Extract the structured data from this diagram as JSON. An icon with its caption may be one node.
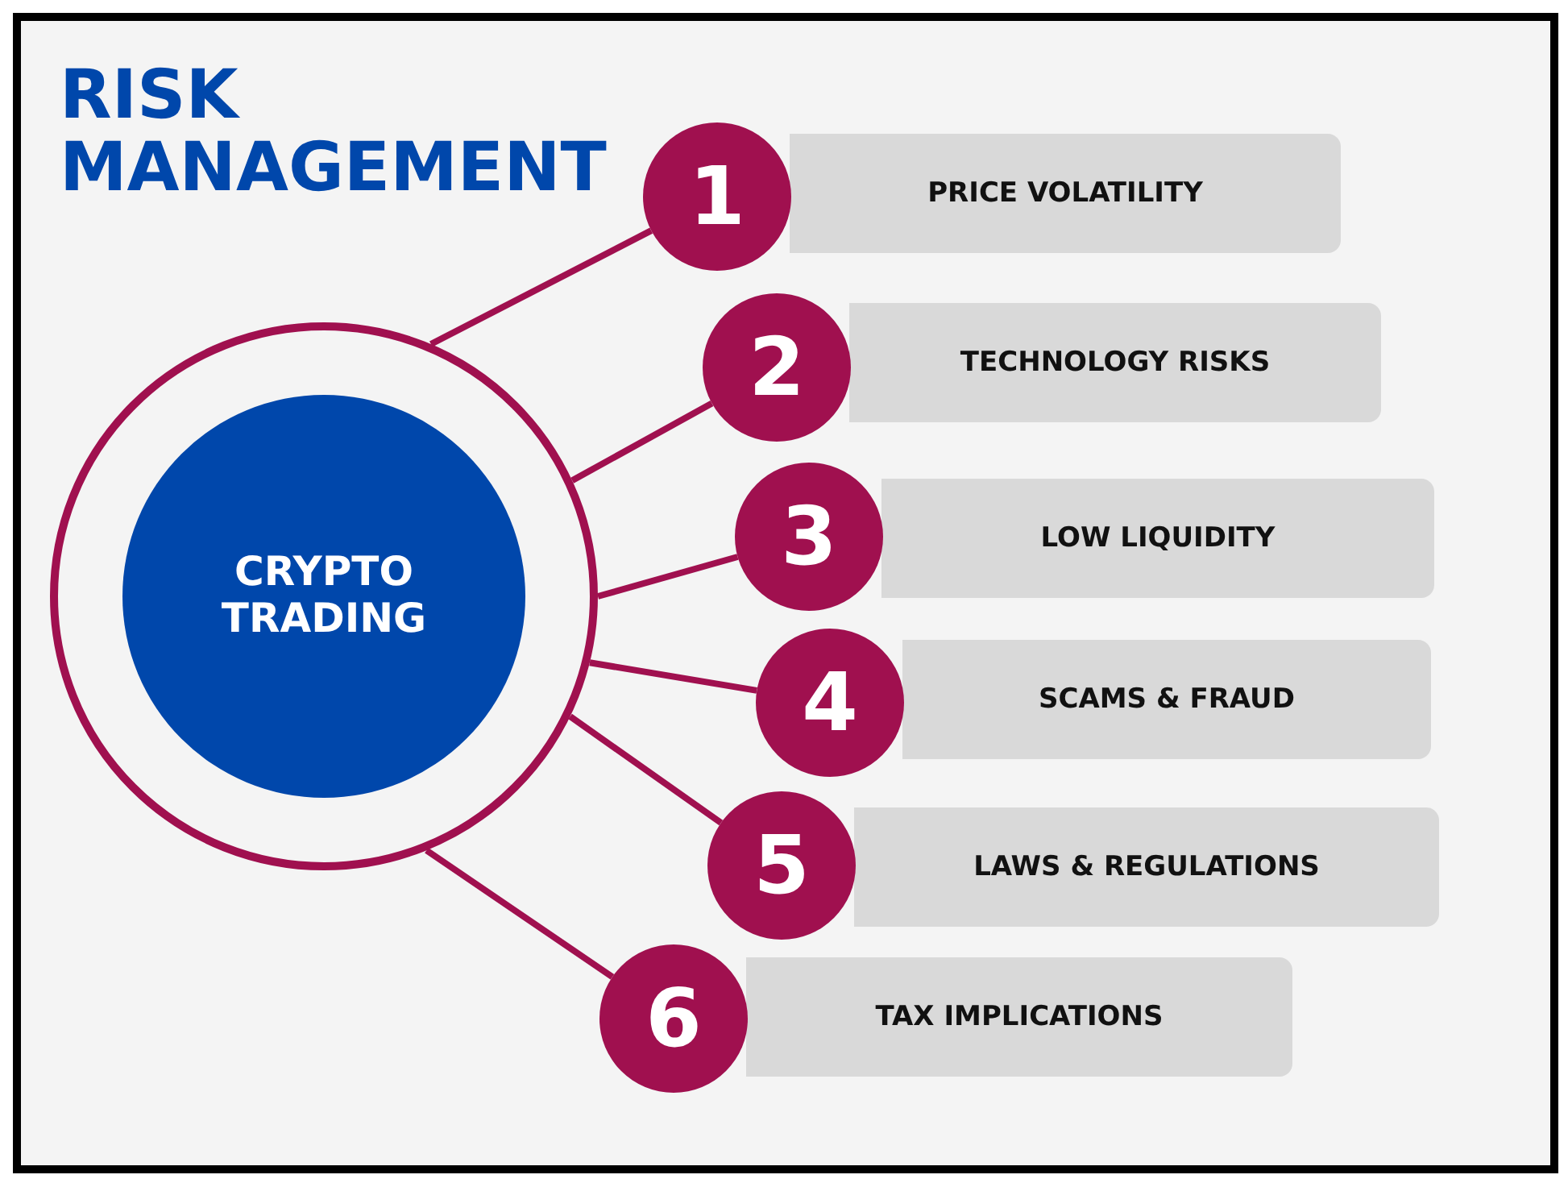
{
  "diagram": {
    "title": "RISK MANAGEMENT",
    "nodes": [
      {
        "text": [],
        "shape": "circle"
      },
      {
        "text": [
          "CRYPTO TRADING"
        ],
        "in": 0
      },
      {
        "text": [
          "1"
        ]
      },
      {
        "text": [
          "PRICE VOLATILITY"
        ]
      },
      {
        "text": [
          "2"
        ]
      },
      {
        "text": [
          "TECHNOLOGY RISKS"
        ]
      },
      {
        "text": [
          "3"
        ]
      },
      {
        "text": [
          "LOW LIQUIDITY"
        ]
      },
      {
        "text": [
          "4"
        ]
      },
      {
        "text": [
          "SCAMS & FRAUD"
        ]
      },
      {
        "text": [
          "5"
        ]
      },
      {
        "text": [
          "LAWS & REGULATIONS"
        ]
      },
      {
        "text": [
          "6"
        ]
      },
      {
        "text": [
          "TAX IMPLICATIONS"
        ]
      }
    ],
    "edges": [
      {
        "from": 0,
        "to": 2,
        "arrow": "none"
      },
      {
        "from": 0,
        "to": 4,
        "arrow": "none"
      },
      {
        "from": 0,
        "to": 6,
        "arrow": "none"
      },
      {
        "from": 0,
        "to": 8,
        "arrow": "none"
      },
      {
        "from": 0,
        "to": 10,
        "arrow": "none"
      },
      {
        "from": 0,
        "to": 12,
        "arrow": "none"
      }
    ]
  }
}
